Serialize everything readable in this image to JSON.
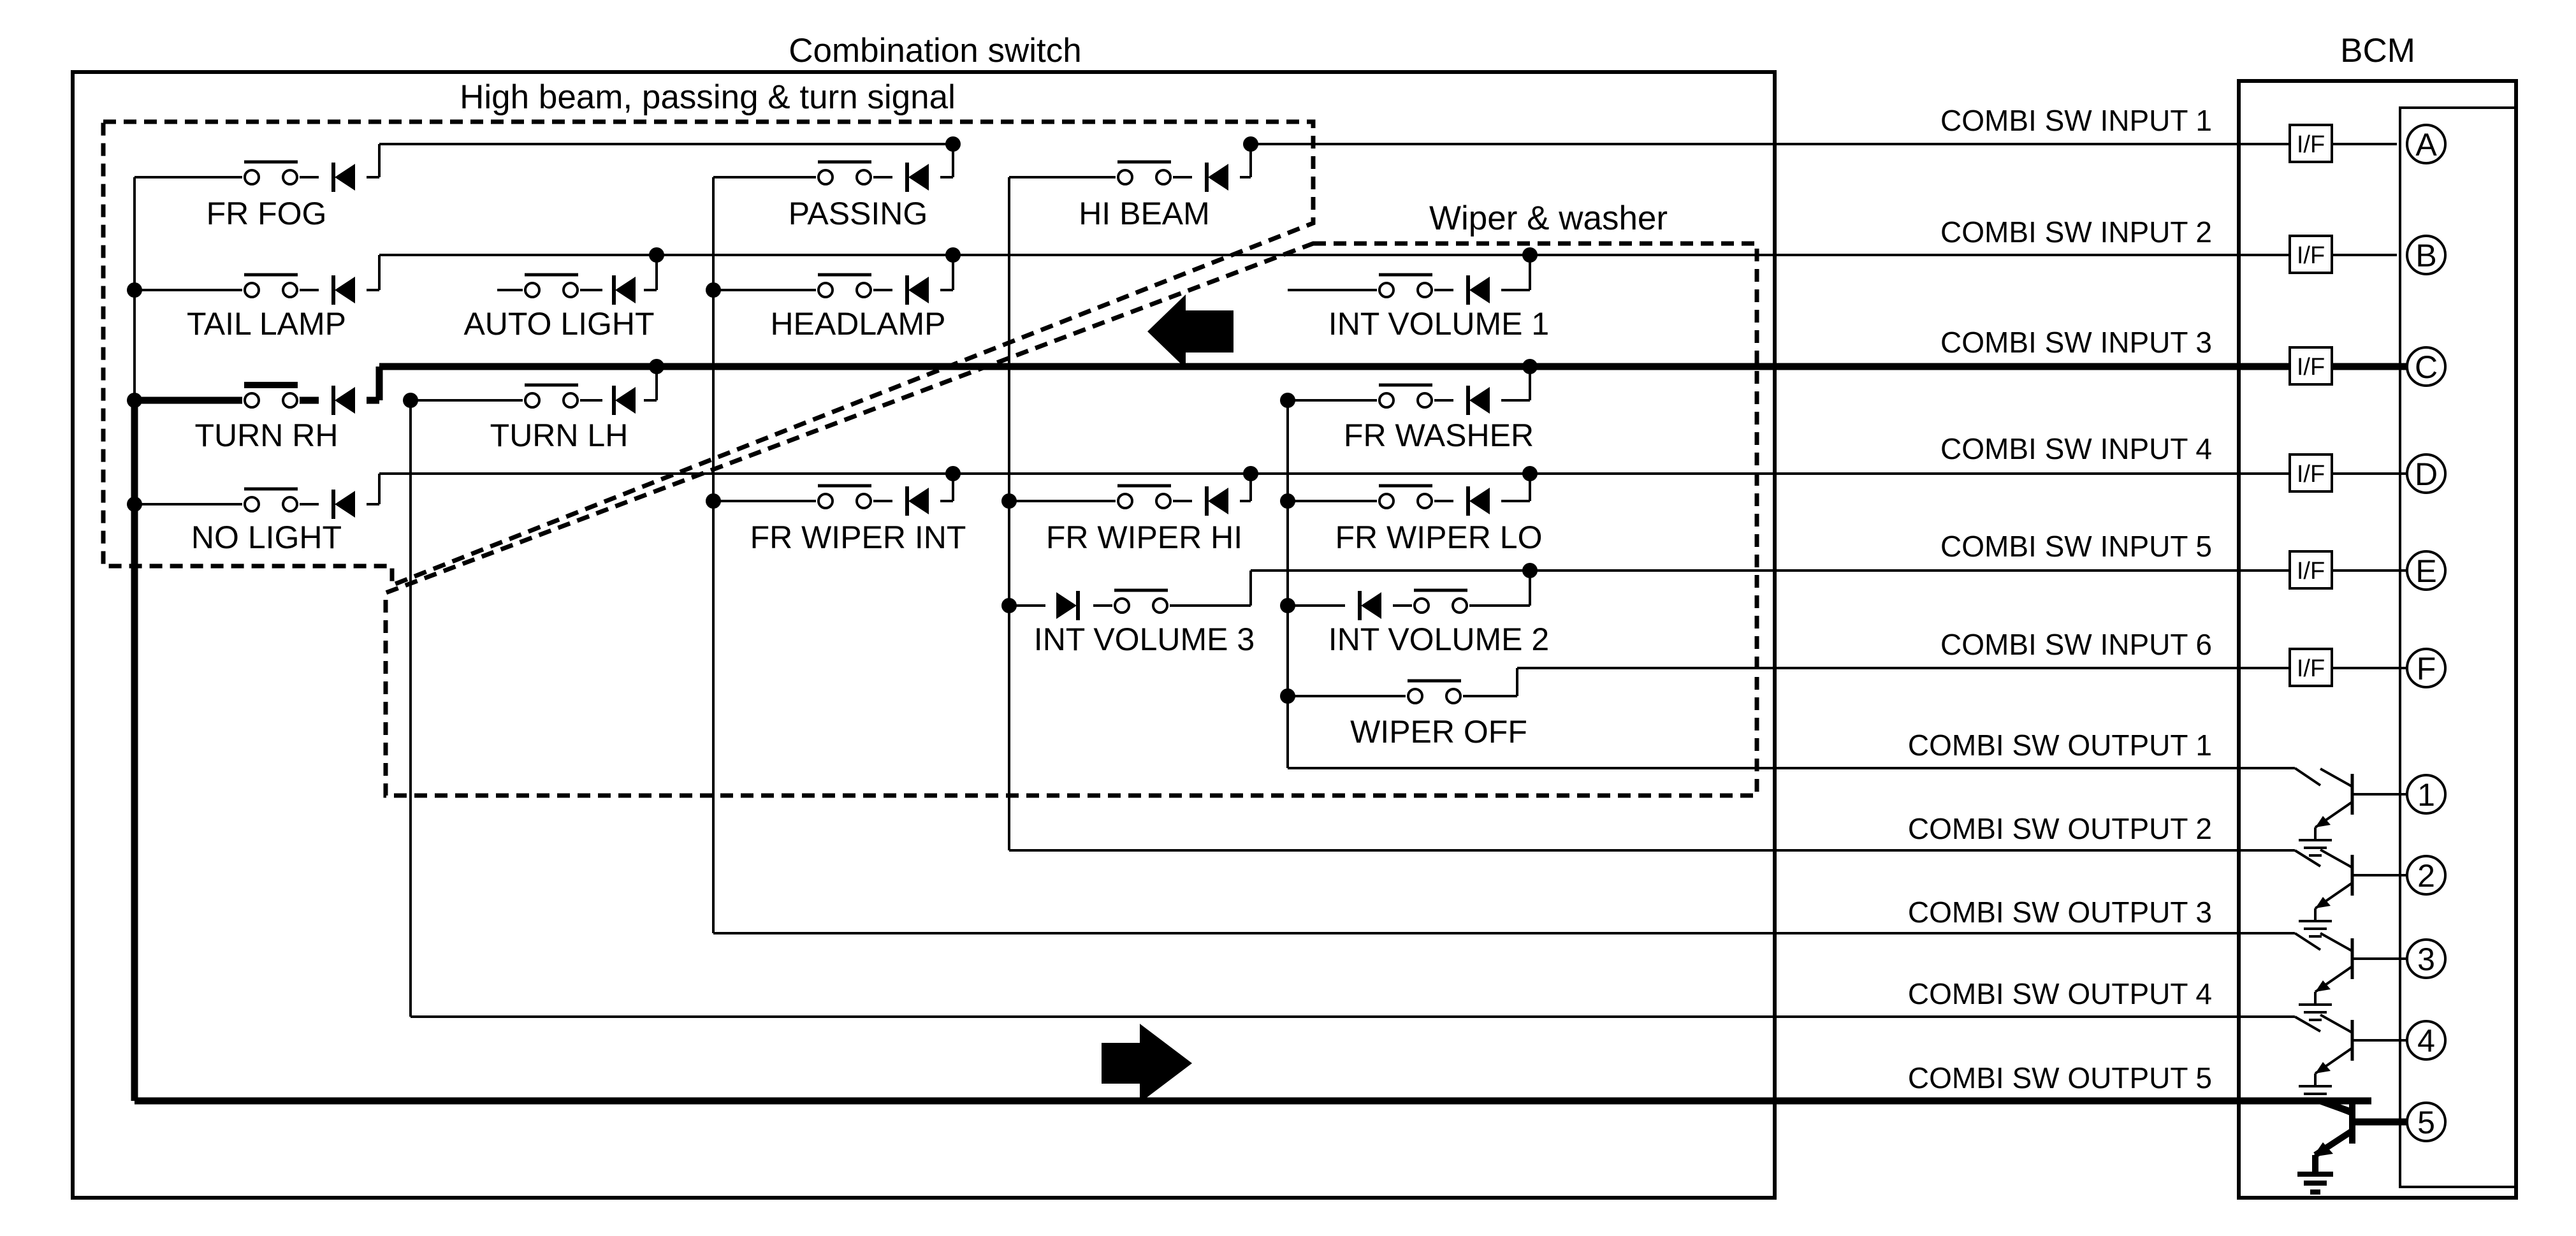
{
  "combination_switch": {
    "title": "Combination switch",
    "group_lighting": "High beam, passing & turn signal",
    "group_wiper": "Wiper & washer"
  },
  "bcm": {
    "title": "BCM",
    "interface_label": "I/F",
    "input_terminals": [
      "A",
      "B",
      "C",
      "D",
      "E",
      "F"
    ],
    "output_terminals": [
      "1",
      "2",
      "3",
      "4",
      "5"
    ]
  },
  "switches": {
    "fr_fog": "FR FOG",
    "tail_lamp": "TAIL LAMP",
    "turn_rh": "TURN RH",
    "no_light": "NO LIGHT",
    "auto_light": "AUTO LIGHT",
    "turn_lh": "TURN LH",
    "passing": "PASSING",
    "headlamp": "HEADLAMP",
    "hi_beam": "HI BEAM",
    "fr_wiper_int": "FR WIPER INT",
    "fr_wiper_hi": "FR WIPER HI",
    "int_volume_3": "INT VOLUME 3",
    "int_volume_1": "INT VOLUME 1",
    "fr_washer": "FR WASHER",
    "fr_wiper_lo": "FR WIPER LO",
    "int_volume_2": "INT VOLUME 2",
    "wiper_off": "WIPER OFF"
  },
  "signals": {
    "inputs": [
      "COMBI SW INPUT 1",
      "COMBI SW INPUT 2",
      "COMBI SW INPUT 3",
      "COMBI SW INPUT 4",
      "COMBI SW INPUT 5",
      "COMBI SW INPUT 6"
    ],
    "outputs": [
      "COMBI SW OUTPUT 1",
      "COMBI SW OUTPUT 2",
      "COMBI SW OUTPUT 3",
      "COMBI SW OUTPUT 4",
      "COMBI SW OUTPUT 5"
    ]
  },
  "highlighted_circuit": "TURN RH",
  "colors": {
    "line": "#000000",
    "background": "#ffffff"
  }
}
